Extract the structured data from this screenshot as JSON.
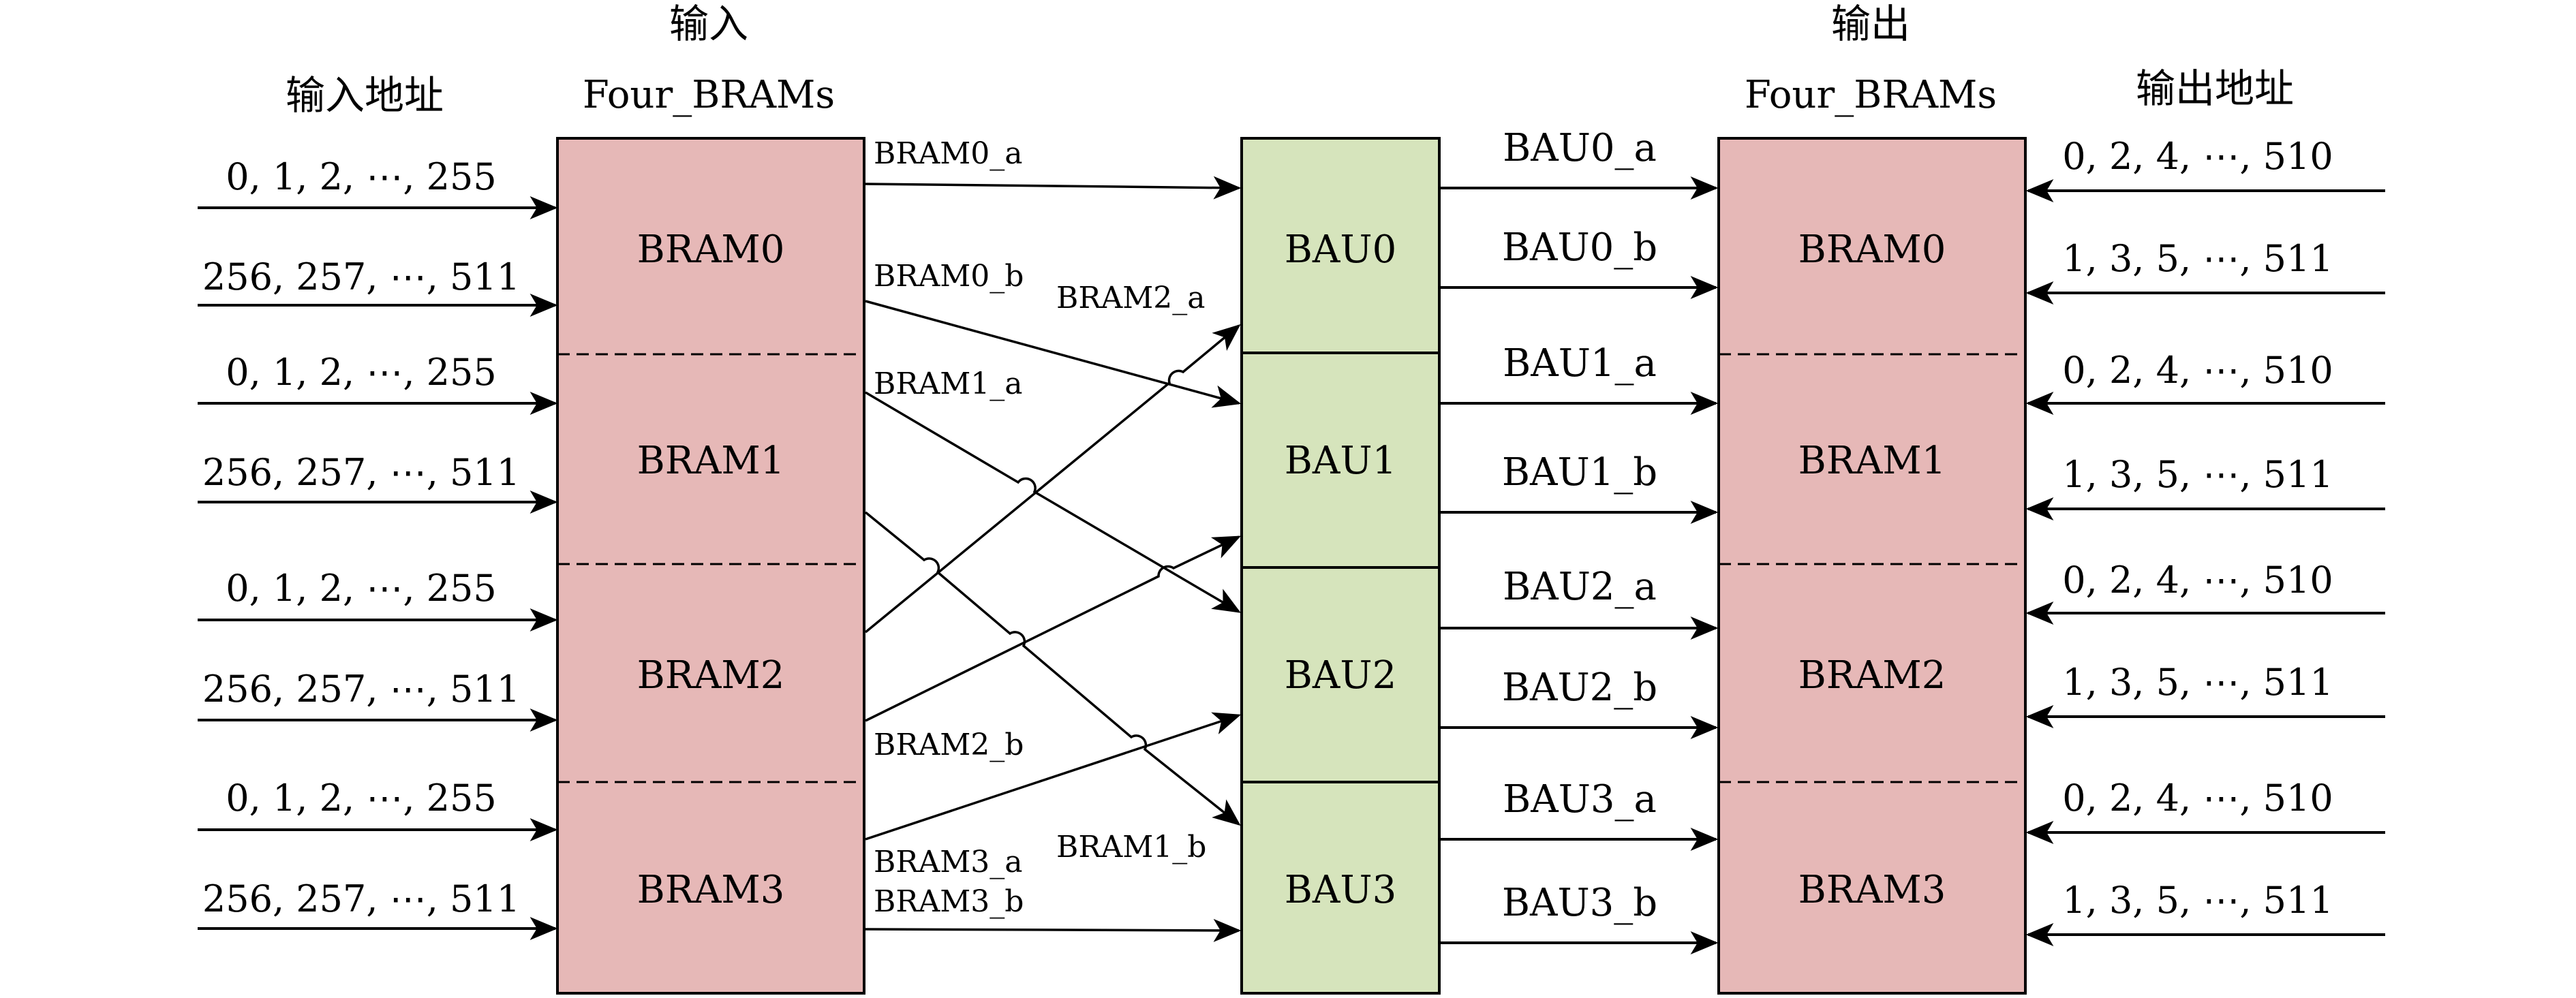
{
  "headers": {
    "input_title": "输入",
    "output_title": "输出",
    "input_address_title": "输入地址",
    "output_address_title": "输出地址",
    "left_bram_group": "Four_BRAMs",
    "right_bram_group": "Four_BRAMs"
  },
  "left_brams": [
    "BRAM0",
    "BRAM1",
    "BRAM2",
    "BRAM3"
  ],
  "right_brams": [
    "BRAM0",
    "BRAM1",
    "BRAM2",
    "BRAM3"
  ],
  "baus": [
    "BAU0",
    "BAU1",
    "BAU2",
    "BAU3"
  ],
  "input_addresses": {
    "a": "0, 1, 2, ⋯, 255",
    "b": "256, 257, ⋯, 511"
  },
  "output_addresses": {
    "a": "0, 2, 4, ⋯, 510",
    "b": "1, 3, 5, ⋯, 511"
  },
  "crossbar_labels": {
    "bram0_a": "BRAM0_a",
    "bram0_b": "BRAM0_b",
    "bram2_a": "BRAM2_a",
    "bram1_a": "BRAM1_a",
    "bram2_b": "BRAM2_b",
    "bram3_a": "BRAM3_a",
    "bram1_b": "BRAM1_b",
    "bram3_b": "BRAM3_b"
  },
  "bau_outputs": [
    "BAU0_a",
    "BAU0_b",
    "BAU1_a",
    "BAU1_b",
    "BAU2_a",
    "BAU2_b",
    "BAU3_a",
    "BAU3_b"
  ],
  "colors": {
    "bram_fill": "#e6b8b7",
    "bau_fill": "#d6e4bc",
    "stroke": "#000000"
  }
}
